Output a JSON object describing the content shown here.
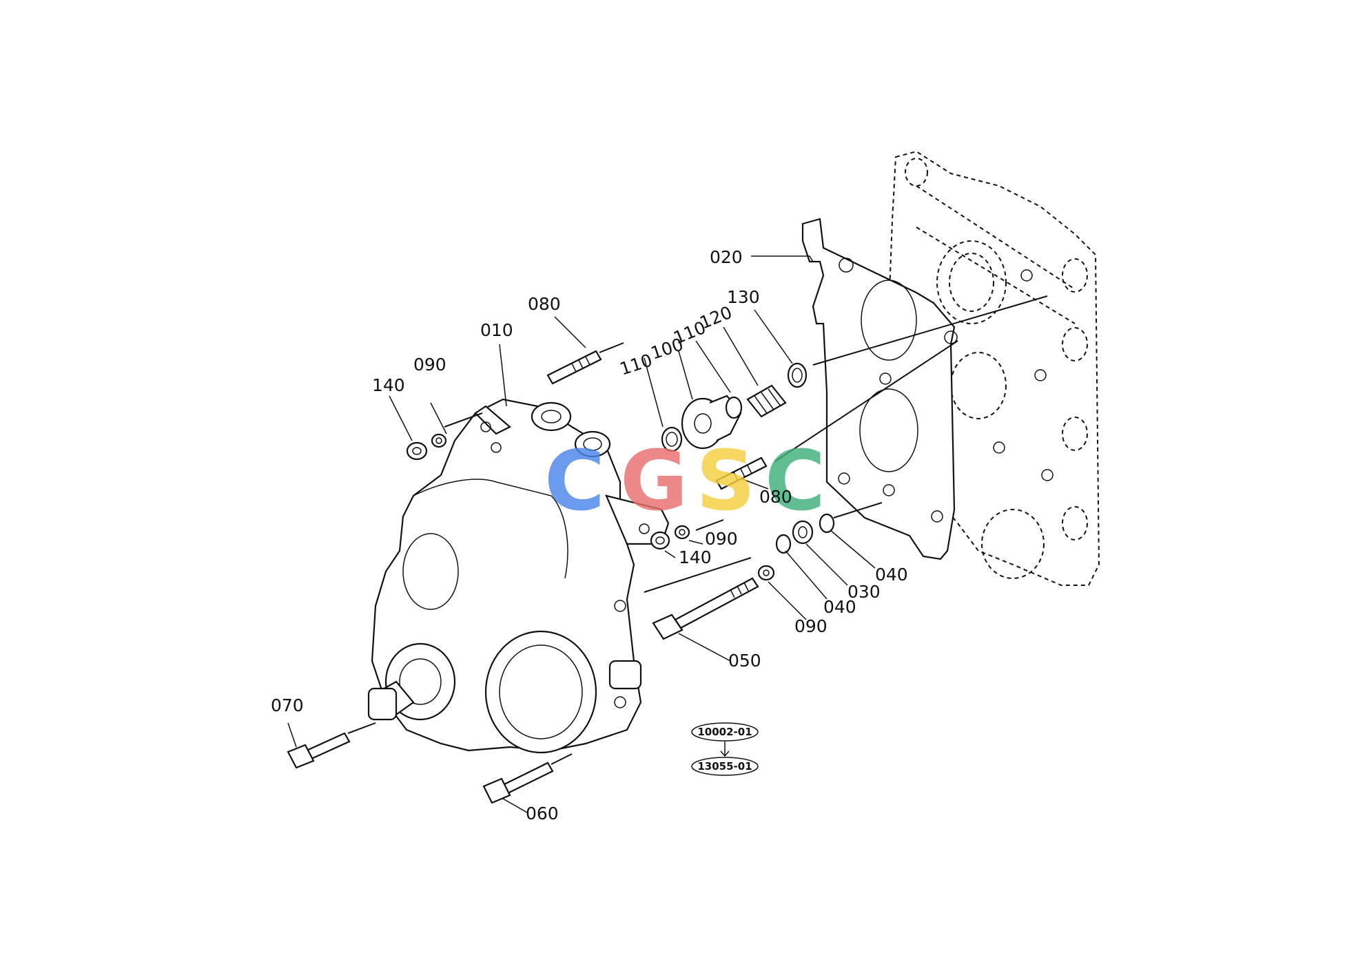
{
  "diagram": {
    "callouts": [
      {
        "id": "c010",
        "text": "010"
      },
      {
        "id": "c020",
        "text": "020"
      },
      {
        "id": "c030",
        "text": "030"
      },
      {
        "id": "c040a",
        "text": "040"
      },
      {
        "id": "c040b",
        "text": "040"
      },
      {
        "id": "c050",
        "text": "050"
      },
      {
        "id": "c060",
        "text": "060"
      },
      {
        "id": "c070",
        "text": "070"
      },
      {
        "id": "c080a",
        "text": "080"
      },
      {
        "id": "c080b",
        "text": "080"
      },
      {
        "id": "c090a",
        "text": "090"
      },
      {
        "id": "c090b",
        "text": "090"
      },
      {
        "id": "c090c",
        "text": "090"
      },
      {
        "id": "c100",
        "text": "100"
      },
      {
        "id": "c110a",
        "text": "110"
      },
      {
        "id": "c110b",
        "text": "110"
      },
      {
        "id": "c120",
        "text": "120"
      },
      {
        "id": "c130",
        "text": "130"
      },
      {
        "id": "c140a",
        "text": "140"
      },
      {
        "id": "c140b",
        "text": "140"
      }
    ],
    "reference_codes": {
      "top": "10002-01",
      "bottom": "13055-01"
    },
    "watermark": {
      "letters": [
        "C",
        "G",
        "S",
        "C"
      ],
      "colors": [
        "#4a86e8",
        "#ea6f6f",
        "#f3cf3f",
        "#3fb07c"
      ]
    }
  }
}
